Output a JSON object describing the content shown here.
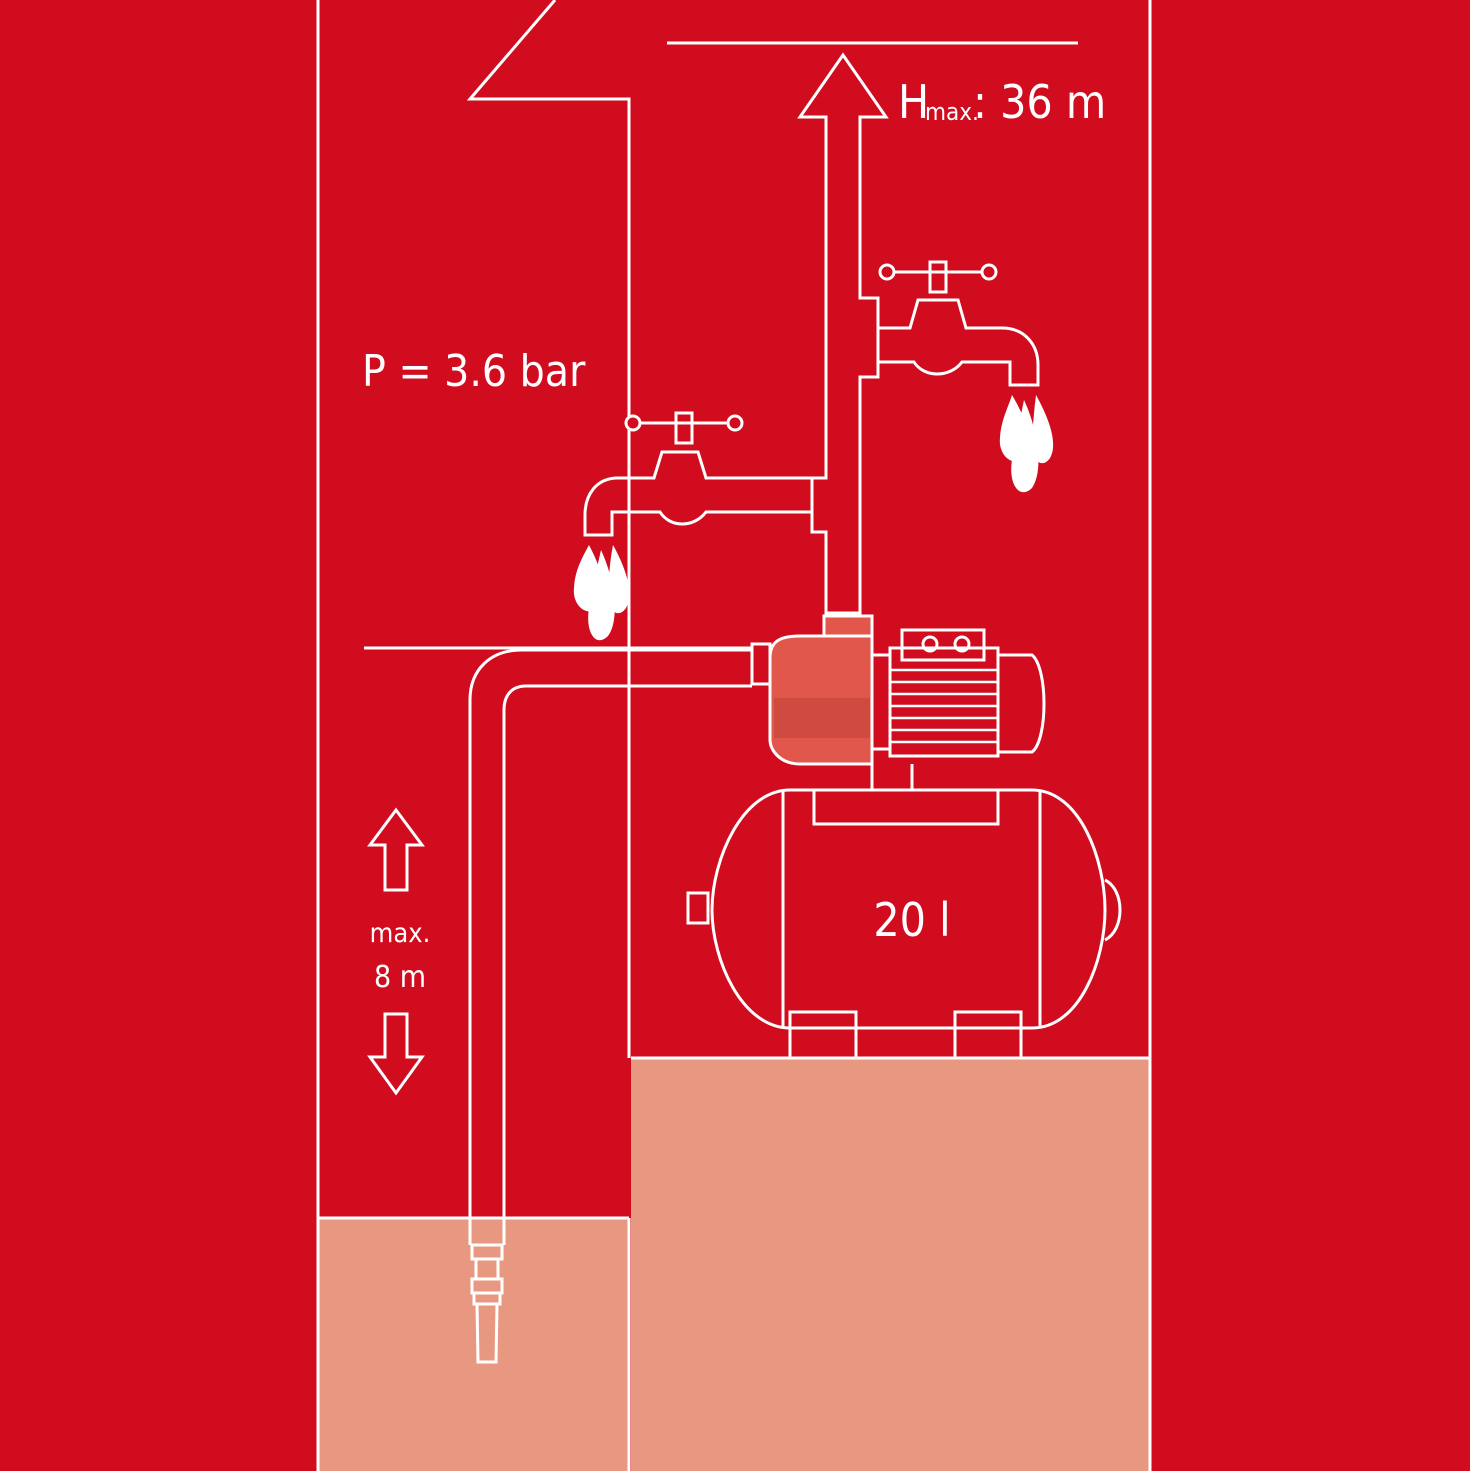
{
  "labels": {
    "h_max_prefix": "H",
    "h_max_sub": "max.",
    "h_max_value": ": 36 m",
    "pressure": "P = 3.6 bar",
    "suction_max": "max.",
    "suction_value": "8 m",
    "tank_volume": "20 l"
  },
  "colors": {
    "background": "#d00c1e",
    "line": "#ffffff",
    "ground": "#e89880",
    "pump_body": "#e2574c",
    "pump_body_dark": "#c8443a"
  },
  "icons": [
    "house-roof-outline",
    "up-arrow-icon",
    "down-arrow-icon",
    "faucet-icon",
    "water-drops-icon",
    "pump-motor-icon",
    "pressure-tank-icon",
    "foot-valve-icon"
  ]
}
